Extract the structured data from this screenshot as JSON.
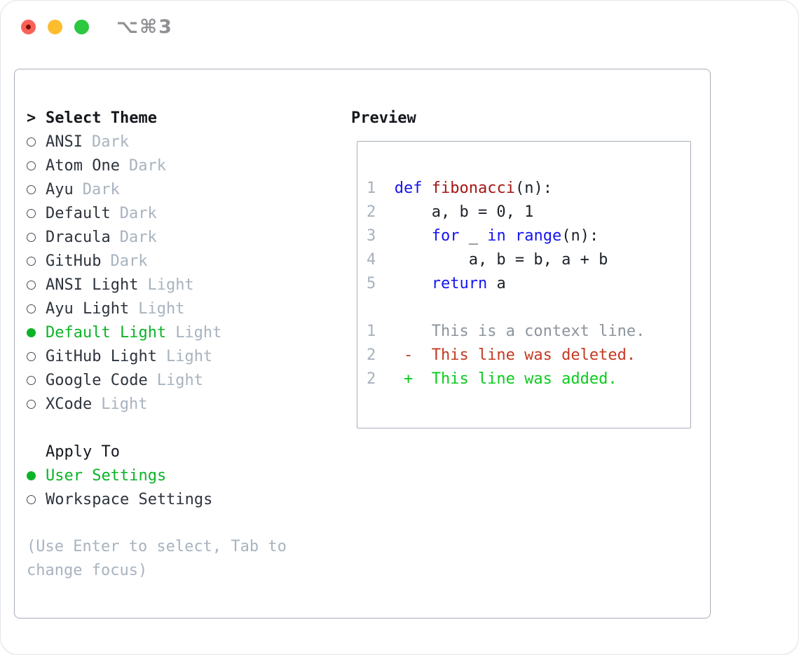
{
  "window": {
    "title": "⌥⌘3"
  },
  "colors": {
    "selection_green": "#0cb327",
    "diff_added_green": "#0bcb1d",
    "diff_deleted_red": "#c43a22",
    "keyword_blue": "#1414f0",
    "function_red": "#a31515",
    "muted_gray": "#a8b3bf",
    "text_dark": "#2e343d",
    "border_gray": "#a7aeb9",
    "traffic_red": "#f96157",
    "traffic_yellow": "#fdbd2e",
    "traffic_green": "#2bc840"
  },
  "theme_picker": {
    "header": {
      "marker": ">",
      "label": "Select Theme"
    },
    "items": [
      {
        "name": "ANSI",
        "variant": "Dark",
        "selected": false
      },
      {
        "name": "Atom One",
        "variant": "Dark",
        "selected": false
      },
      {
        "name": "Ayu",
        "variant": "Dark",
        "selected": false
      },
      {
        "name": "Default",
        "variant": "Dark",
        "selected": false
      },
      {
        "name": "Dracula",
        "variant": "Dark",
        "selected": false
      },
      {
        "name": "GitHub",
        "variant": "Dark",
        "selected": false
      },
      {
        "name": "ANSI Light",
        "variant": "Light",
        "selected": false
      },
      {
        "name": "Ayu Light",
        "variant": "Light",
        "selected": false
      },
      {
        "name": "Default Light",
        "variant": "Light",
        "selected": true
      },
      {
        "name": "GitHub Light",
        "variant": "Light",
        "selected": false
      },
      {
        "name": "Google Code",
        "variant": "Light",
        "selected": false
      },
      {
        "name": "XCode",
        "variant": "Light",
        "selected": false
      }
    ]
  },
  "apply_to": {
    "label": "Apply To",
    "options": [
      {
        "label": "User Settings",
        "selected": true
      },
      {
        "label": "Workspace Settings",
        "selected": false
      }
    ]
  },
  "help_text": "(Use Enter to select, Tab to change focus)",
  "preview": {
    "label": "Preview",
    "lines": [
      [
        {
          "t": "1",
          "s": "ln"
        },
        {
          "t": "  ",
          "s": "pl"
        },
        {
          "t": "def",
          "s": "kw"
        },
        {
          "t": " ",
          "s": "pl"
        },
        {
          "t": "fibonacci",
          "s": "fn"
        },
        {
          "t": "(n):",
          "s": "pl"
        }
      ],
      [
        {
          "t": "2",
          "s": "ln"
        },
        {
          "t": "      a, b = 0, 1",
          "s": "pl"
        }
      ],
      [
        {
          "t": "3",
          "s": "ln"
        },
        {
          "t": "      ",
          "s": "pl"
        },
        {
          "t": "for",
          "s": "kw"
        },
        {
          "t": " _ ",
          "s": "pl"
        },
        {
          "t": "in",
          "s": "kw"
        },
        {
          "t": " ",
          "s": "pl"
        },
        {
          "t": "range",
          "s": "kw"
        },
        {
          "t": "(n):",
          "s": "pl"
        }
      ],
      [
        {
          "t": "4",
          "s": "ln"
        },
        {
          "t": "          a, b = b, a + b",
          "s": "pl"
        }
      ],
      [
        {
          "t": "5",
          "s": "ln"
        },
        {
          "t": "      ",
          "s": "pl"
        },
        {
          "t": "return",
          "s": "kw"
        },
        {
          "t": " a",
          "s": "pl"
        }
      ],
      [],
      [
        {
          "t": "1",
          "s": "ln"
        },
        {
          "t": "      This is a context line.",
          "s": "ctx"
        }
      ],
      [
        {
          "t": "2",
          "s": "ln"
        },
        {
          "t": "   -  This line was deleted.",
          "s": "del"
        }
      ],
      [
        {
          "t": "2",
          "s": "ln"
        },
        {
          "t": "   +  This line was added.",
          "s": "add"
        }
      ]
    ]
  }
}
